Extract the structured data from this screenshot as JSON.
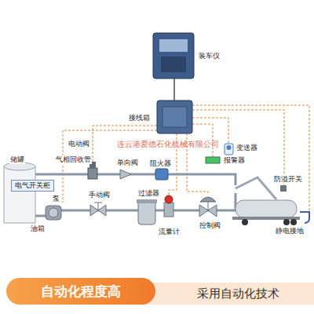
{
  "diagram": {
    "nodes": [
      {
        "text": [
          "电气开关柜"
        ]
      },
      {
        "text": [
          "自动化程度高"
        ]
      },
      {
        "text": [
          "采用自动化技术"
        ]
      }
    ],
    "labels": [
      "装车仪",
      "接线箱",
      "连云港爱德石化机械有限公司",
      "电动阀",
      "气相回收管",
      "单向阀",
      "阻火器",
      "变送器",
      "报警器",
      "防溢开关",
      "储罐",
      "手动阀",
      "泵",
      "过滤器",
      "油箱",
      "流量计",
      "控制阀",
      "静电接地"
    ]
  }
}
